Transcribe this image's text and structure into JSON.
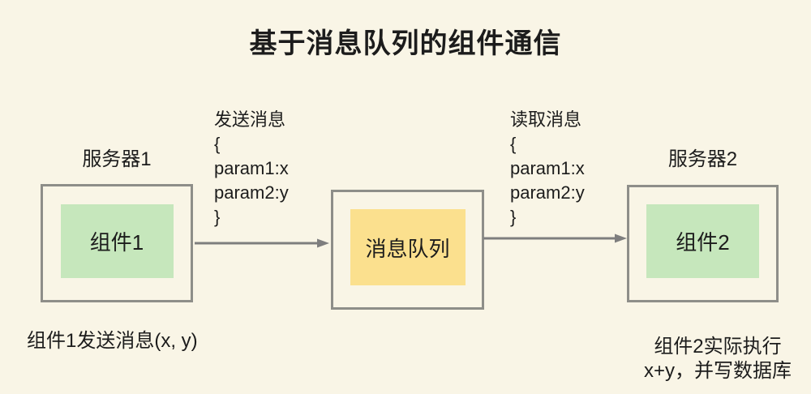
{
  "title": "基于消息队列的组件通信",
  "colors": {
    "background": "#f9f5e6",
    "box_border": "#8e8e89",
    "component_fill": "#c6e7bc",
    "queue_fill": "#fbe08e",
    "arrow": "#7e7e7e",
    "text": "#1c1c1c"
  },
  "nodes": {
    "server1": {
      "label": "服务器1",
      "component": "组件1"
    },
    "queue": {
      "label": "消息队列"
    },
    "server2": {
      "label": "服务器2",
      "component": "组件2"
    }
  },
  "flows": {
    "send": {
      "title": "发送消息",
      "payload_lines": [
        "{",
        "param1:x",
        "param2:y",
        "}"
      ]
    },
    "read": {
      "title": "读取消息",
      "payload_lines": [
        "{",
        "param1:x",
        "param2:y",
        "}"
      ]
    }
  },
  "captions": {
    "left": "组件1发送消息(x, y)",
    "right_line1": "组件2实际执行",
    "right_line2": "x+y，并写数据库"
  }
}
